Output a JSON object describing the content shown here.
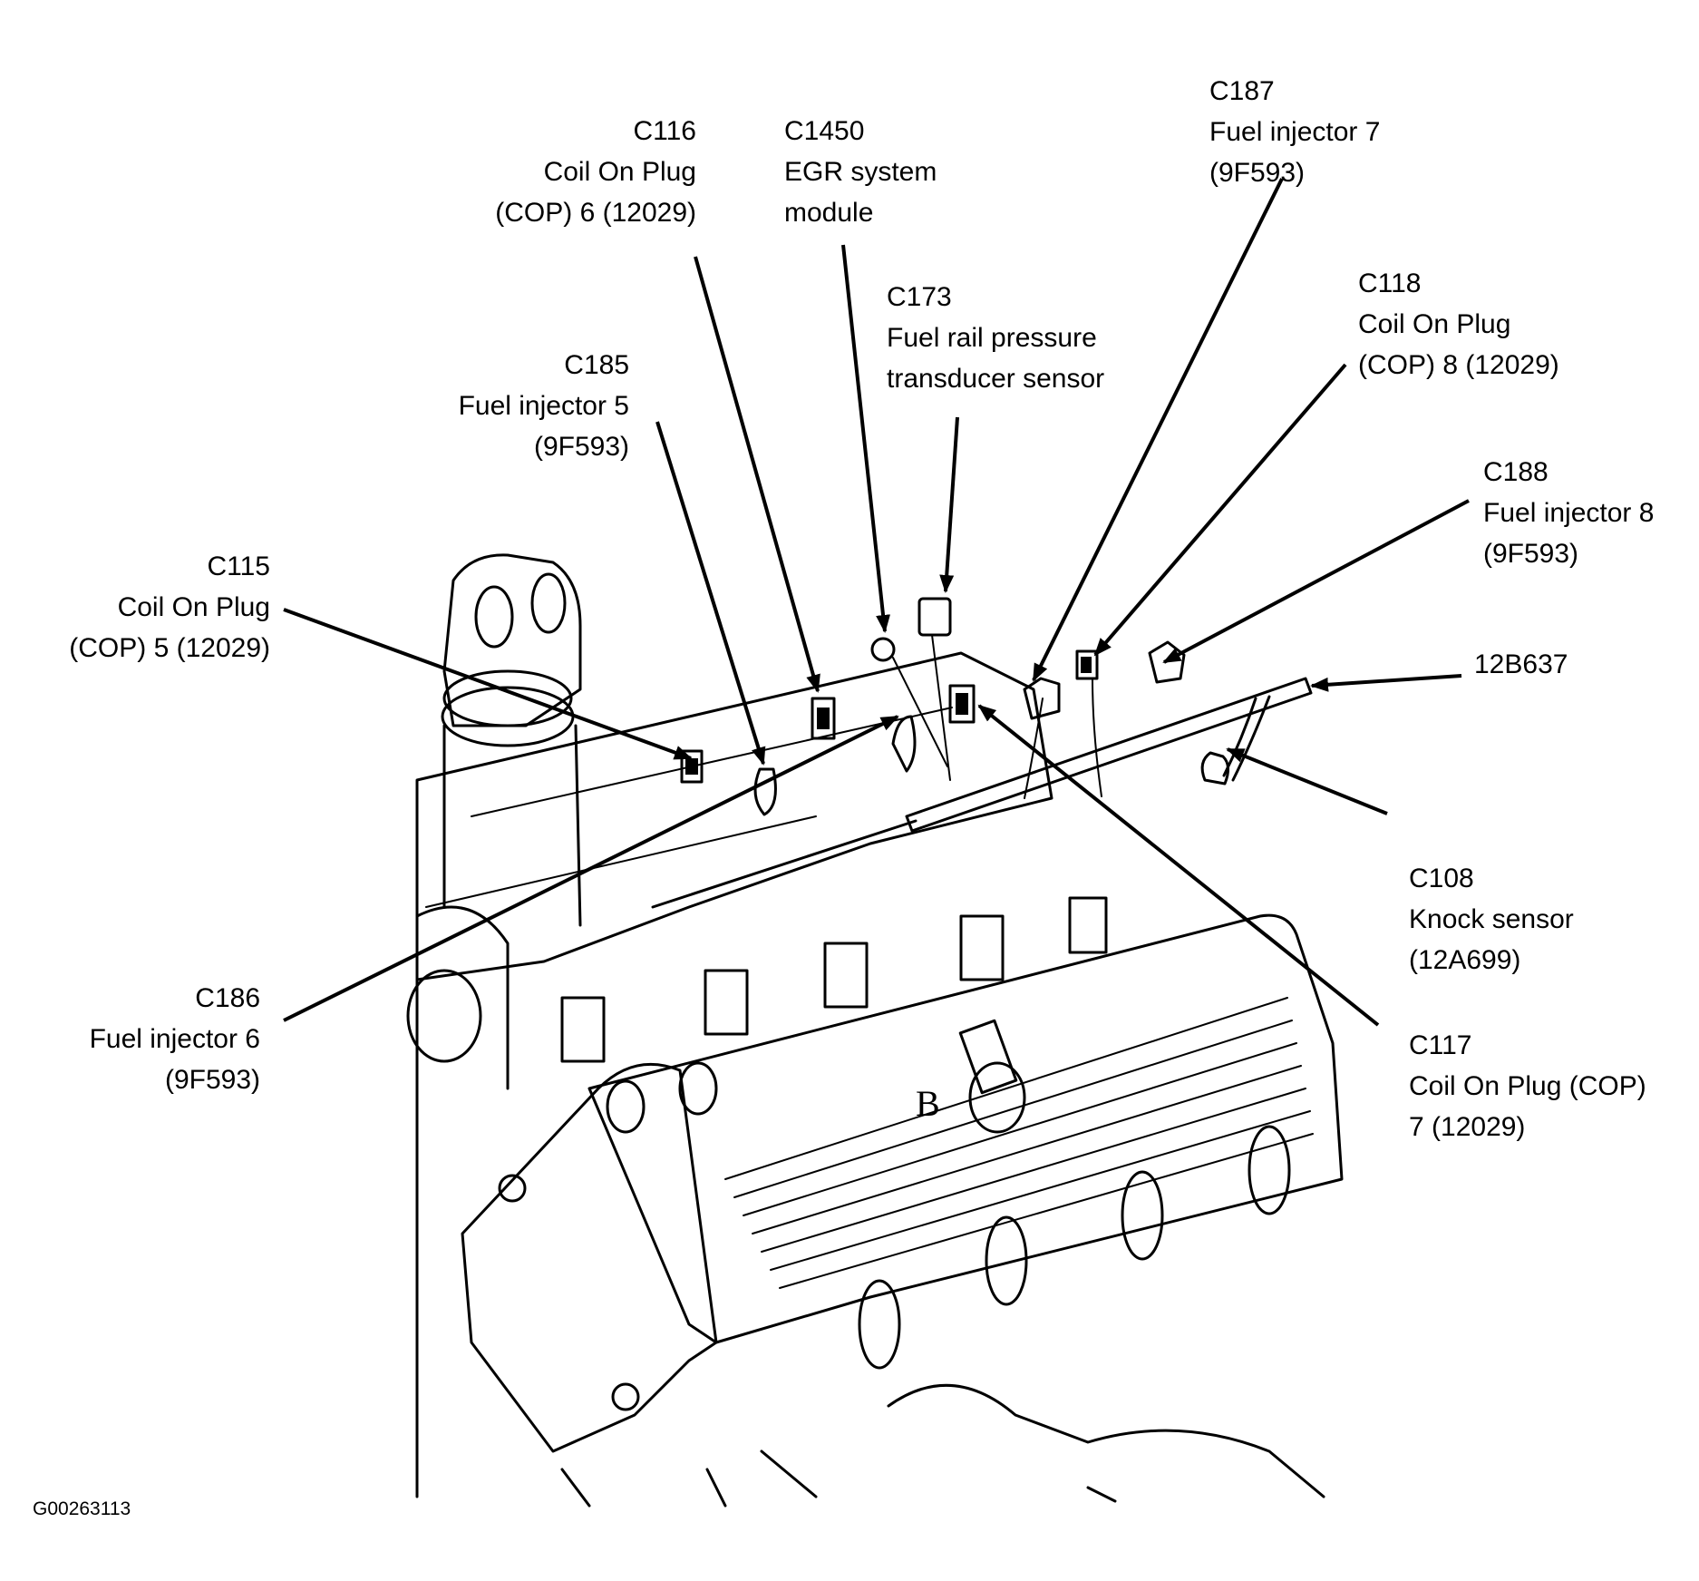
{
  "figure_id": "G00263113",
  "callouts": [
    {
      "id": "c116",
      "lines": [
        "C116",
        "Coil On Plug",
        "(COP) 6 (12029)"
      ]
    },
    {
      "id": "c1450",
      "lines": [
        "C1450",
        "EGR system",
        "module"
      ]
    },
    {
      "id": "c187",
      "lines": [
        "C187",
        "Fuel injector 7",
        "(9F593)"
      ]
    },
    {
      "id": "c173",
      "lines": [
        "C173",
        "Fuel rail pressure",
        "transducer sensor"
      ]
    },
    {
      "id": "c118",
      "lines": [
        "C118",
        "Coil On Plug",
        "(COP) 8 (12029)"
      ]
    },
    {
      "id": "c185",
      "lines": [
        "C185",
        "Fuel injector 5",
        "(9F593)"
      ]
    },
    {
      "id": "c188",
      "lines": [
        "C188",
        "Fuel injector 8",
        "(9F593)"
      ]
    },
    {
      "id": "c115",
      "lines": [
        "C115",
        "Coil On Plug",
        "(COP) 5 (12029)"
      ]
    },
    {
      "id": "p12b637",
      "lines": [
        "12B637"
      ]
    },
    {
      "id": "c108",
      "lines": [
        "C108",
        "Knock sensor",
        "(12A699)"
      ]
    },
    {
      "id": "c186",
      "lines": [
        "C186",
        "Fuel injector 6",
        "(9F593)"
      ]
    },
    {
      "id": "c117",
      "lines": [
        "C117",
        "Coil On Plug (COP)",
        "7 (12029)"
      ]
    }
  ],
  "cover_mark": "B"
}
